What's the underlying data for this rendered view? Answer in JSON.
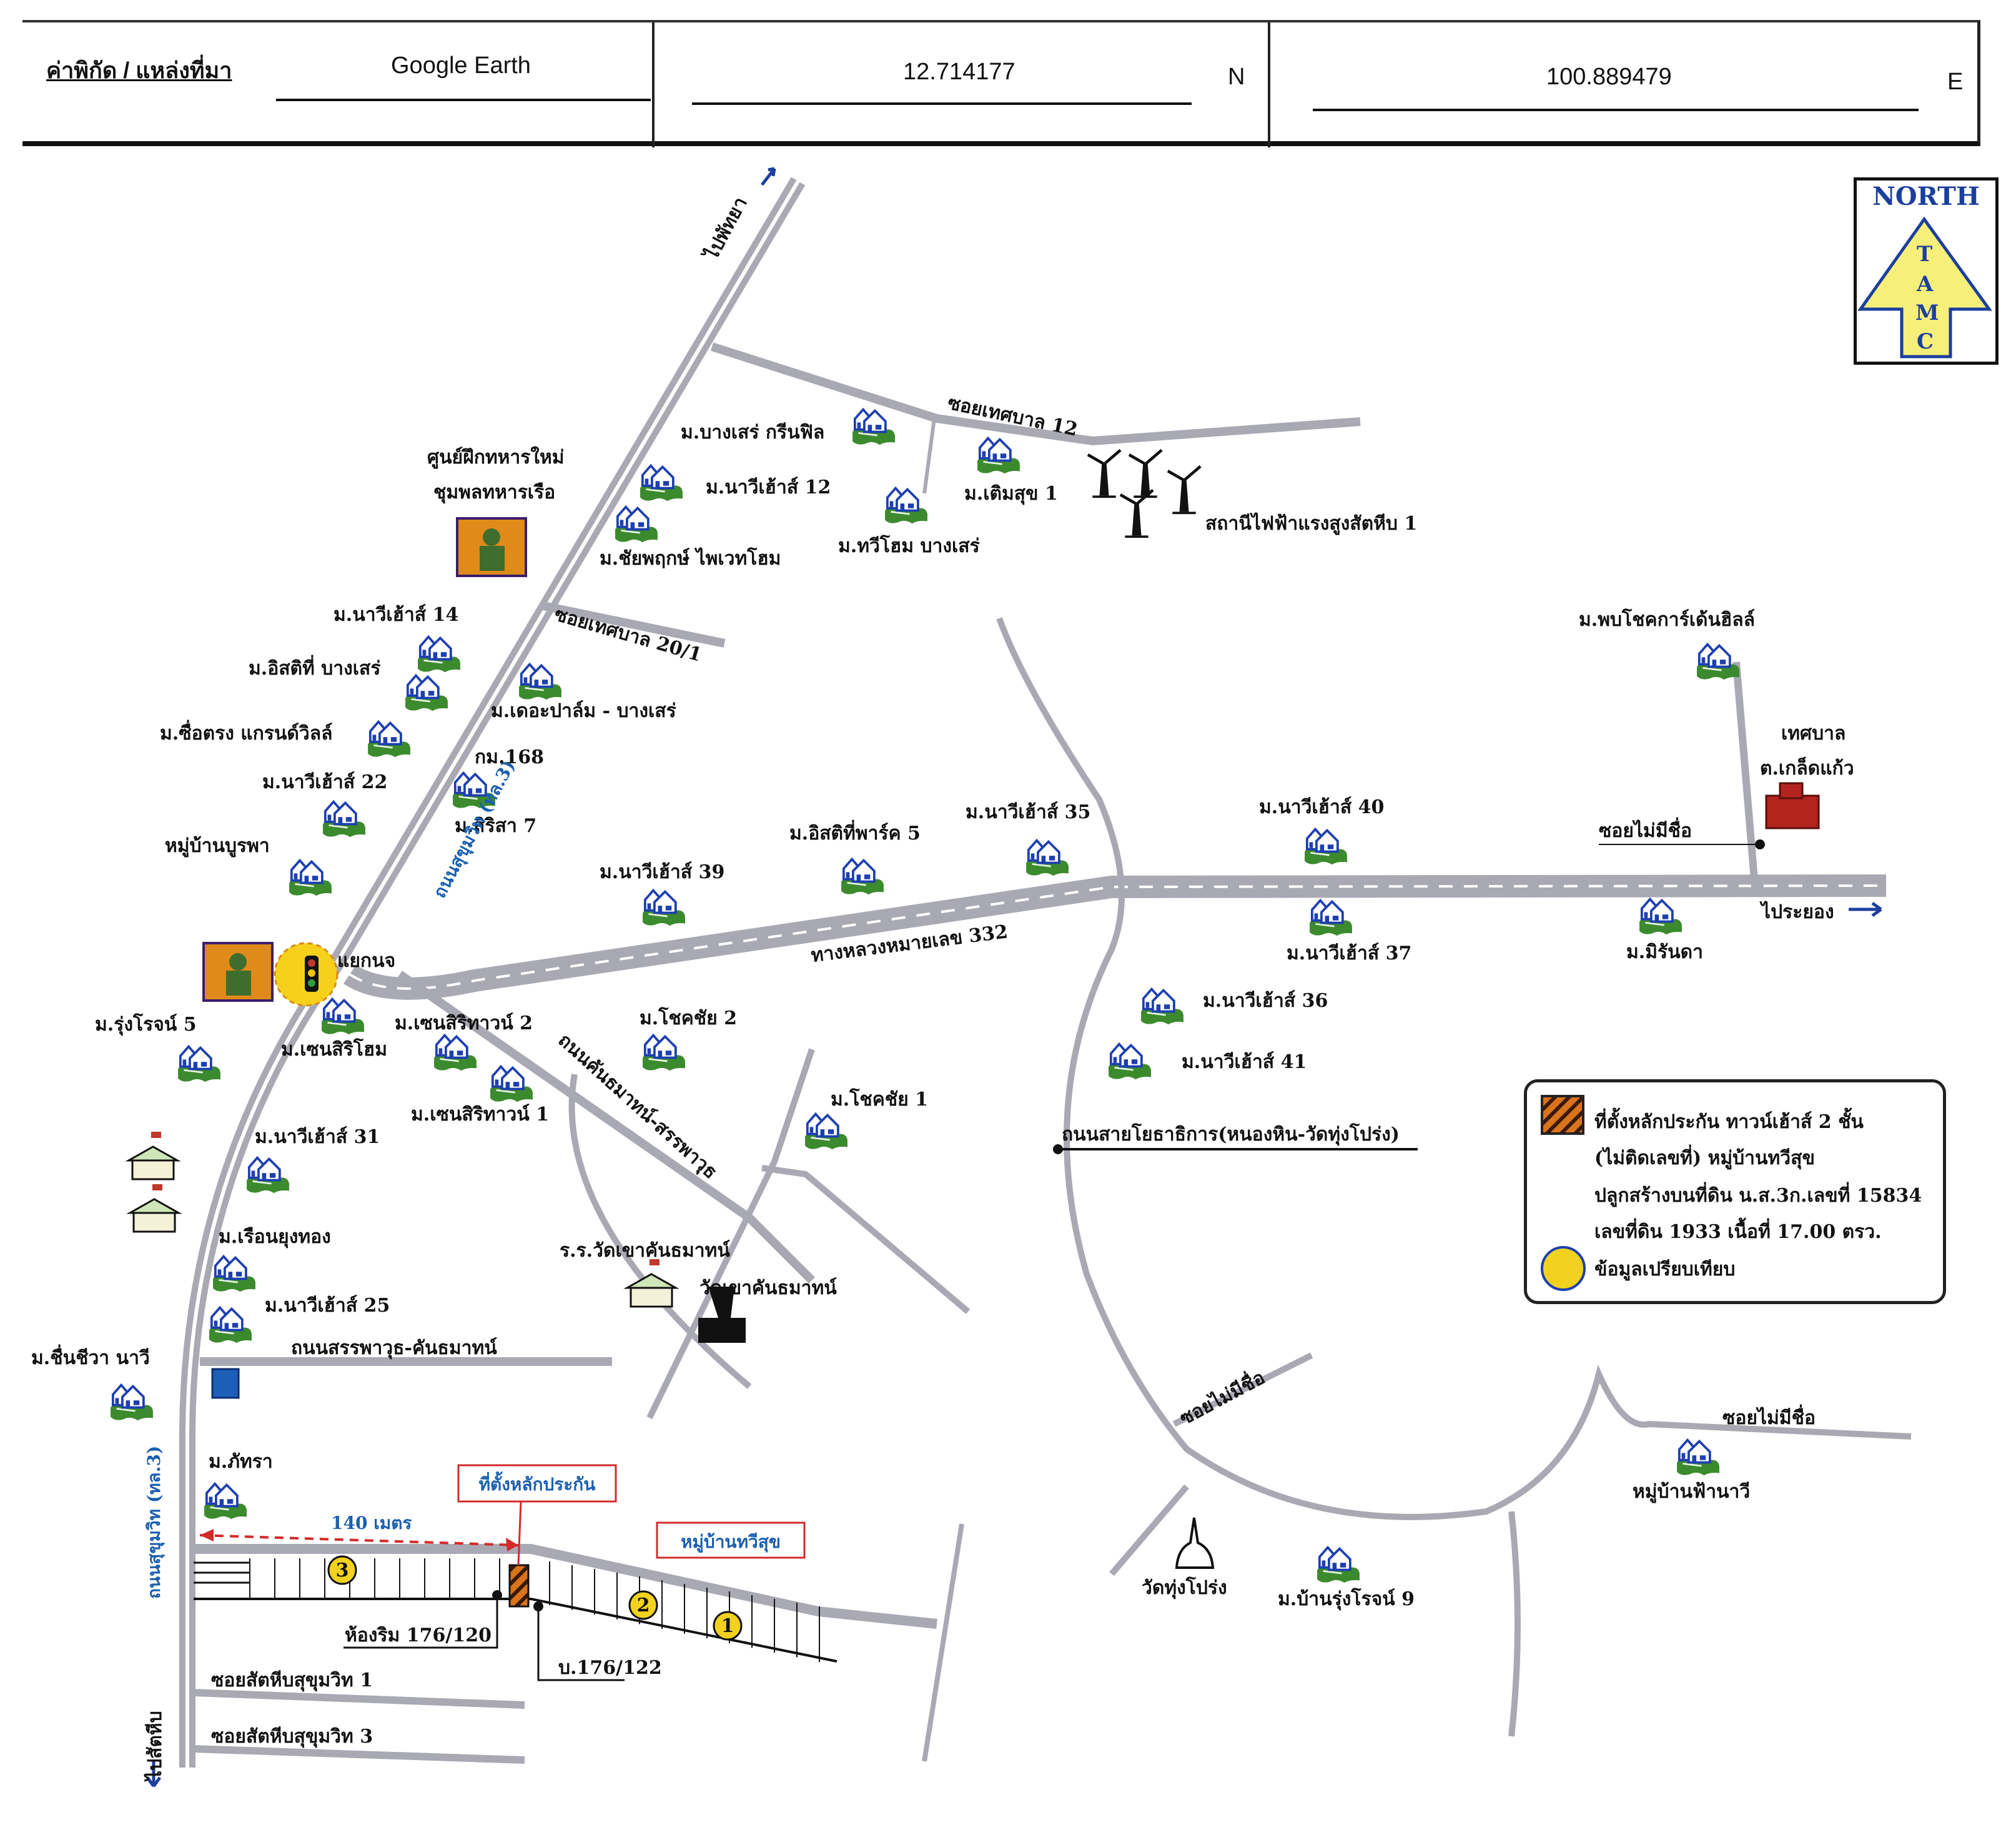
{
  "header": {
    "label": "ค่าพิกัด / แหล่งที่มา",
    "source": "Google Earth",
    "latitude": "12.714177",
    "lat_unit": "N",
    "longitude": "100.889479",
    "lon_unit": "E"
  },
  "north_arrow": {
    "title": "NORTH",
    "letters": [
      "T",
      "A",
      "M",
      "C"
    ]
  },
  "roads": {
    "to_pattaya": "ไปพัทยา",
    "to_rayong": "ไประยอง",
    "to_sattahip": "ไปสัตหีบ",
    "sukhumvit_upper": "ถนนสุขุมวิท (ทล.3)",
    "sukhumvit_lower": "ถนนสุขุมวิท (ทล.3)",
    "highway_332": "ทางหลวงหมายเลข 332",
    "soi_thesaban_12": "ซอยเทศบาล 12",
    "soi_thesaban_20_1": "ซอยเทศบาล 20/1",
    "khanthamat_sattahip": "ถนนคันธมาทน์-สรรพาวุธ",
    "sapphawut_khanthamat": "ถนนสรรพาวุธ-คันธมาทน์",
    "yothathikan": "ถนนสายโยธาธิการ(หนองหิน-วัดทุ่งโปร่ง)",
    "soi_no_name_1": "ซอยไม่มีชื่อ",
    "soi_no_name_2": "ซอยไม่มีชื่อ",
    "soi_no_name_3": "ซอยไม่มีชื่อ",
    "soi_sattahip_sukhumvit_1": "ซอยสัตหีบสุขุมวิท 1",
    "soi_sattahip_sukhumvit_3": "ซอยสัตหีบสุขุมวิท 3",
    "km_marker": "กม.168",
    "junction": "แยกนจ"
  },
  "places": {
    "navy_training": [
      "ศูนย์ฝึกทหารใหม่",
      "ชุมพลทหารเรือ"
    ],
    "power_station": "สถานีไฟฟ้าแรงสูงสัตหีบ 1",
    "municipality": [
      "เทศบาล",
      "ต.เกล็ดแก้ว"
    ],
    "school": "ร.ร.วัดเขาคันธมาทน์",
    "temple_khanthamat": "วัดเขาคันธมาทน์",
    "temple_thung_prong": "วัดทุ่งโปร่ง"
  },
  "villages": [
    {
      "id": "bangsare-greenfield",
      "label": "ม.บางเสร่ กรีนฟิล"
    },
    {
      "id": "navy-house-12",
      "label": "ม.นาวีเฮ้าส์ 12"
    },
    {
      "id": "chaiyaphruek",
      "label": "ม.ชัยพฤกษ์ ไพเวทโฮม"
    },
    {
      "id": "termsuk-1",
      "label": "ม.เติมสุข 1"
    },
    {
      "id": "thawee-home",
      "label": "ม.ทวีโฮม บางเสร่"
    },
    {
      "id": "navy-house-14",
      "label": "ม.นาวีเฮ้าส์ 14"
    },
    {
      "id": "issaree-bangsare",
      "label": "ม.อิสติที่ บางเสร่"
    },
    {
      "id": "the-palm",
      "label": "ม.เดอะปาล์ม - บางเสร่"
    },
    {
      "id": "suetrong",
      "label": "ม.ซื่อตรง แกรนด์วิลล์"
    },
    {
      "id": "sirisa-7",
      "label": "ม.สิริสา 7"
    },
    {
      "id": "navy-house-22",
      "label": "ม.นาวีเฮ้าส์ 22"
    },
    {
      "id": "burapha",
      "label": "หมู่บ้านบูรพา"
    },
    {
      "id": "navy-house-39",
      "label": "ม.นาวีเฮ้าส์ 39"
    },
    {
      "id": "issaree-park-5",
      "label": "ม.อิสติที่พาร์ค 5"
    },
    {
      "id": "navy-house-35",
      "label": "ม.นาวีเฮ้าส์ 35"
    },
    {
      "id": "navy-house-40",
      "label": "ม.นาวีเฮ้าส์ 40"
    },
    {
      "id": "phobchok",
      "label": "ม.พบโชคการ์เด้นฮิลล์"
    },
    {
      "id": "navy-house-37",
      "label": "ม.นาวีเฮ้าส์ 37"
    },
    {
      "id": "miranda",
      "label": "ม.มิรันดา"
    },
    {
      "id": "rungroj-5",
      "label": "ม.รุ่งโรจน์ 5"
    },
    {
      "id": "sensiri-home",
      "label": "ม.เซนสิริโฮม"
    },
    {
      "id": "sensiri-town-2",
      "label": "ม.เซนสิริทาวน์ 2"
    },
    {
      "id": "sensiri-town-1",
      "label": "ม.เซนสิริทาวน์ 1"
    },
    {
      "id": "chokchai-2",
      "label": "ม.โชคชัย 2"
    },
    {
      "id": "chokchai-1",
      "label": "ม.โชคชัย 1"
    },
    {
      "id": "navy-house-36",
      "label": "ม.นาวีเฮ้าส์ 36"
    },
    {
      "id": "navy-house-41",
      "label": "ม.นาวีเฮ้าส์ 41"
    },
    {
      "id": "navy-house-31",
      "label": "ม.นาวีเฮ้าส์ 31"
    },
    {
      "id": "ruenyungthong",
      "label": "ม.เรือนยุงทอง"
    },
    {
      "id": "navy-house-25",
      "label": "ม.นาวีเฮ้าส์ 25"
    },
    {
      "id": "chuenchewa",
      "label": "ม.ชื่นชีวา นาวี"
    },
    {
      "id": "phattra",
      "label": "ม.ภัทรา"
    },
    {
      "id": "fa-navy",
      "label": "หมู่บ้านฟ้านาวี"
    },
    {
      "id": "rungroj-9",
      "label": "ม.บ้านรุ่งโรจน์ 9"
    }
  ],
  "subject": {
    "callout": "ที่ตั้งหลักประกัน",
    "village_callout": "หมู่บ้านทวีสุข",
    "distance": "140 เมตร",
    "neighbor_left": "ห้องริม 176/120",
    "neighbor_right": "บ.176/122",
    "comparables": [
      "1",
      "2",
      "3"
    ]
  },
  "legend": {
    "subject_lines": [
      "ที่ตั้งหลักประกัน ทาวน์เฮ้าส์ 2 ชั้น",
      "(ไม่ติดเลขที่) หมู่บ้านทวีสุข",
      "ปลูกสร้างบนที่ดิน น.ส.3ก.เลขที่ 15834",
      "เลขที่ดิน 1933 เนื้อที่  17.00 ตรว."
    ],
    "comparable_label": "ข้อมูลเปรียบเทียบ"
  },
  "colors": {
    "road": "#a9a9b4",
    "village_green": "#3c8a2e",
    "village_blue": "#1d3fb0",
    "subject_orange": "#d9741c",
    "comparable_yellow": "#f2d21e",
    "callout_red": "#d42a2a",
    "callout_text_blue": "#1a5fb0",
    "north_yellow": "#f6ef7a",
    "north_blue": "#1b3f9e"
  }
}
